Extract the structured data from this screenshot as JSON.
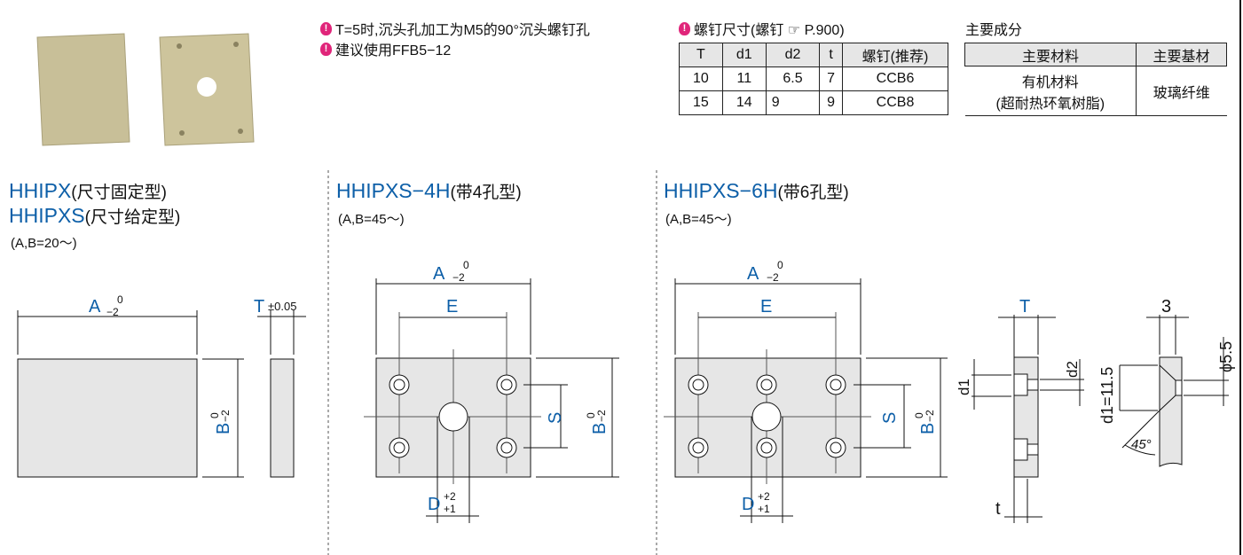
{
  "notes": [
    "T=5时,沉头孔加工为M5的90°沉头螺钉孔",
    "建议使用FFB5−12"
  ],
  "screw_table": {
    "title": "螺钉尺寸(螺钉 ☞ P.900)",
    "headers": [
      "T",
      "d1",
      "d2",
      "t",
      "螺钉(推荐)"
    ],
    "rows": [
      [
        "10",
        "11",
        "6.5",
        "7",
        "CCB6"
      ],
      [
        "15",
        "14",
        "9",
        "9",
        "CCB8"
      ]
    ]
  },
  "composition": {
    "title": "主要成分",
    "headers": [
      "主要材料",
      "主要基材"
    ],
    "material_line1": "有机材料",
    "material_line2": "(超耐热环氧树脂)",
    "base": "玻璃纤维"
  },
  "panels": [
    {
      "title1": "HHIPX",
      "title1_suffix": "(尺寸固定型)",
      "title2": "HHIPXS",
      "title2_suffix": "(尺寸给定型)",
      "range": "(A,B=20～)"
    },
    {
      "title1": "HHIPXS−4H",
      "title1_suffix": "(带4孔型)",
      "range": "(A,B=45～)"
    },
    {
      "title1": "HHIPXS−6H",
      "title1_suffix": "(带6孔型)",
      "range": "(A,B=45～)"
    }
  ],
  "dims": {
    "A": "A",
    "B": "B",
    "E": "E",
    "S": "S",
    "D": "D",
    "T": "T",
    "t": "t",
    "tol0": "0",
    "tolm2": "−2",
    "tolp2": "+2",
    "tolp1": "+1",
    "tpm": "±0.05",
    "d1": "d1",
    "d2": "d2",
    "three": "3",
    "d1val": "d1=11.5",
    "phi": "ϕ5.5",
    "angle": "45°"
  },
  "colors": {
    "accent": "#0d5fa8",
    "pin": "#e0257a",
    "fill": "#e6e6e6"
  }
}
